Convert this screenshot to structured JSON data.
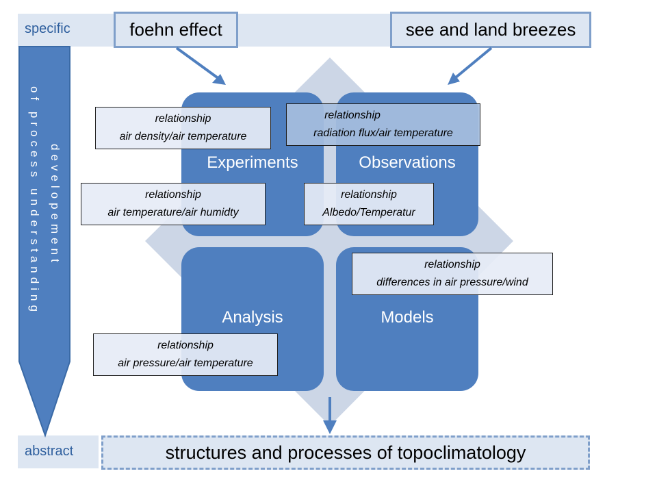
{
  "scale": {
    "specific_label": "specific",
    "abstract_label": "abstract",
    "arrow_text_line1": "developement",
    "arrow_text_line2": "of process understanding"
  },
  "top_examples": {
    "left": "foehn effect",
    "right": "see and land breezes"
  },
  "quadrants": {
    "top_left": "Experiments",
    "top_right": "Observations",
    "bottom_left": "Analysis",
    "bottom_right": "Models"
  },
  "relationships": {
    "r1": {
      "line1": "relationship",
      "line2": "air density/air temperature"
    },
    "r2": {
      "line1": "relationship",
      "line2": "radiation flux/air temperature"
    },
    "r3": {
      "line1": "relationship",
      "line2": "air temperature/air humidty"
    },
    "r4": {
      "line1": "relationship",
      "line2": "Albedo/Temperatur"
    },
    "r5": {
      "line1": "relationship",
      "line2": "differences in air pressure/wind"
    },
    "r6": {
      "line1": "relationship",
      "line2": "air pressure/air temperature"
    }
  },
  "result": "structures and processes of topoclimatology",
  "colors": {
    "quadrant_fill": "#4f7fbf",
    "band_fill": "#dde6f2",
    "diamond_fill": "#ccd6e6",
    "accent_text": "#2e5f9e"
  }
}
